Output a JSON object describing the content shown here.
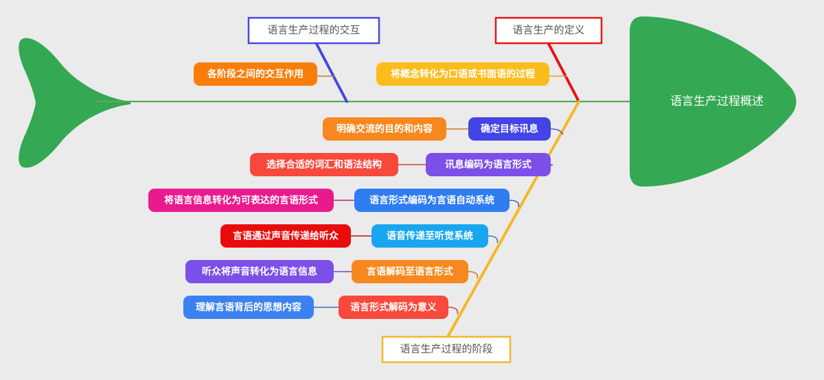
{
  "diagram": {
    "type": "fishbone",
    "background_color": "#ebebeb",
    "head": {
      "label": "语言生产过程概述",
      "color": "#34a853",
      "text_color": "#ffffff"
    },
    "tail": {
      "color": "#34a853"
    },
    "spine": {
      "color": "#5ba85f"
    },
    "categories": [
      {
        "id": "interaction",
        "label": "语言生产过程的交互",
        "border_color": "#4a47e0",
        "text_color": "#555555",
        "position": "top-left",
        "items": [
          {
            "label": "各阶段之间的交互作用",
            "color": "#f97d09",
            "text_color": "#ffffff"
          }
        ]
      },
      {
        "id": "definition",
        "label": "语言生产的定义",
        "border_color": "#e81414",
        "text_color": "#555555",
        "position": "top-right",
        "items": [
          {
            "label": "将概念转化为口语或书面语的过程",
            "color": "#fbbd1c",
            "text_color": "#ffffff"
          }
        ]
      },
      {
        "id": "stages",
        "label": "语言生产过程的阶段",
        "border_color": "#f4b728",
        "text_color": "#555555",
        "position": "bottom",
        "items": [
          {
            "label": "确定目标讯息",
            "color": "#4343e6",
            "text_color": "#ffffff",
            "detail": {
              "label": "明确交流的目的和内容",
              "color": "#f6881f",
              "text_color": "#ffffff"
            }
          },
          {
            "label": "讯息编码为语言形式",
            "color": "#7b4fe8",
            "text_color": "#ffffff",
            "detail": {
              "label": "选择合适的词汇和语法结构",
              "color": "#f9483c",
              "text_color": "#ffffff"
            }
          },
          {
            "label": "语言形式编码为言语自动系统",
            "color": "#2f7df0",
            "text_color": "#ffffff",
            "detail": {
              "label": "将语言信息转化为可表达的言语形式",
              "color": "#e81b8e",
              "text_color": "#ffffff"
            }
          },
          {
            "label": "语音传递至听觉系统",
            "color": "#18a6f0",
            "text_color": "#ffffff",
            "detail": {
              "label": "言语通过声音传递给听众",
              "color": "#ea0c0c",
              "text_color": "#ffffff"
            }
          },
          {
            "label": "言语解码至语言形式",
            "color": "#f6881f",
            "text_color": "#ffffff",
            "detail": {
              "label": "听众将声音转化为语言信息",
              "color": "#7b4fe8",
              "text_color": "#ffffff"
            }
          },
          {
            "label": "语言形式解码为意义",
            "color": "#f9483c",
            "text_color": "#ffffff",
            "detail": {
              "label": "理解言语背后的思想内容",
              "color": "#3b82f0",
              "text_color": "#ffffff"
            }
          }
        ]
      }
    ]
  }
}
